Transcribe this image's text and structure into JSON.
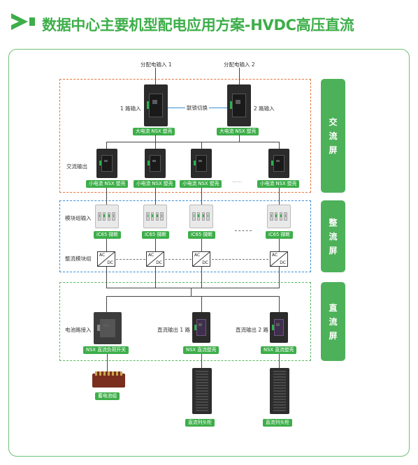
{
  "title": "数据中心主要机型配电应用方案-HVDC高压直流",
  "colors": {
    "brand_green": "#3dae49",
    "ac_zone": "#e8743b",
    "rect_zone": "#3a8fd6",
    "dc_zone": "#5ab865"
  },
  "side_labels": {
    "ac": [
      "交",
      "流",
      "屏"
    ],
    "rect": [
      "整",
      "流",
      "屏"
    ],
    "dc": [
      "直",
      "流",
      "屏"
    ]
  },
  "ac_section": {
    "input1": "分配电输入 1",
    "input2": "分配电输入 2",
    "line1": "1 路输入",
    "line2": "2 路输入",
    "interlock": "联锁切换",
    "main_breaker_tag": "大电流 NSX 塑壳",
    "output_label": "交流输出",
    "output_breaker_tag": "小电流 NSX 塑壳",
    "ellipsis": "......"
  },
  "rect_section": {
    "input_label": "模块组输入",
    "mcb_tag": "iC65 微断",
    "module_label": "整流模块组",
    "conv_ac": "AC",
    "conv_dc": "DC",
    "ellipsis": "......"
  },
  "dc_section": {
    "battery_in": "电池路接入",
    "battery_switch_tag": "NSX 直流负荷开关",
    "out1": "直流输出 1 路",
    "out2": "直流输出 2 路",
    "dc_breaker_tag": "NSX 直流塑壳",
    "battery_tag": "蓄电池组",
    "rack_tag": "直流列头柜"
  }
}
